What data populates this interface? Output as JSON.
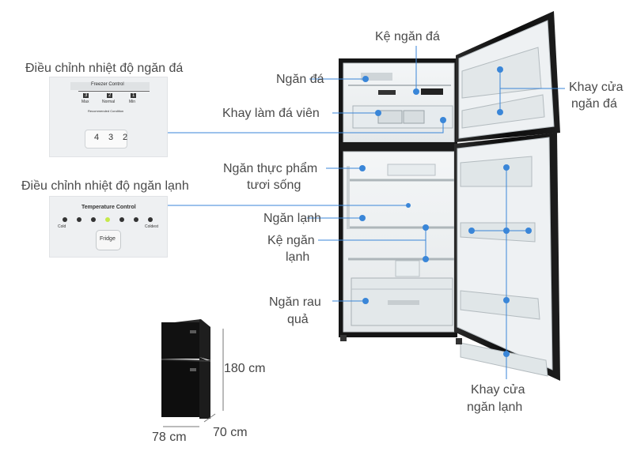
{
  "colors": {
    "accent": "#3a86d8",
    "label_text": "#4a4a4a",
    "body_black": "#111111",
    "led_active": "#c6e94a",
    "led_inactive": "#333333"
  },
  "panels": {
    "freezer": {
      "caption": "Điều chỉnh nhiệt độ ngăn đá",
      "title": "Freezer Control",
      "levels": [
        "Max",
        "Normal",
        "Min"
      ],
      "level_nums": [
        "3",
        "2",
        "1"
      ],
      "recommended": "Recommended Condition",
      "digits": [
        "4",
        "3",
        "2"
      ]
    },
    "fridge": {
      "caption": "Điều chỉnh nhiệt độ ngăn lạnh",
      "title": "Temperature Control",
      "cold_label": "Cold",
      "coldest_label": "Coldest",
      "button": "Fridge",
      "led_count": 7,
      "active_led": 3
    }
  },
  "labels": {
    "ke_ngan_da": "Kệ ngăn đá",
    "ngan_da": "Ngăn đá",
    "khay_lam_da": "Khay làm đá viên",
    "ngan_thuc_pham_1": "Ngăn thực phẩm",
    "ngan_thuc_pham_2": "tươi sống",
    "ngan_lanh": "Ngăn lạnh",
    "ke_ngan_lanh_1": "Kệ ngăn",
    "ke_ngan_lanh_2": "lạnh",
    "ngan_rau_1": "Ngăn rau",
    "ngan_rau_2": "quả",
    "khay_cua_ngan_da_1": "Khay cửa",
    "khay_cua_ngan_da_2": "ngăn đá",
    "khay_cua_ngan_lanh_1": "Khay cửa",
    "khay_cua_ngan_lanh_2": "ngăn lạnh"
  },
  "dimensions": {
    "height": "180 cm",
    "width": "78 cm",
    "depth": "70 cm"
  }
}
